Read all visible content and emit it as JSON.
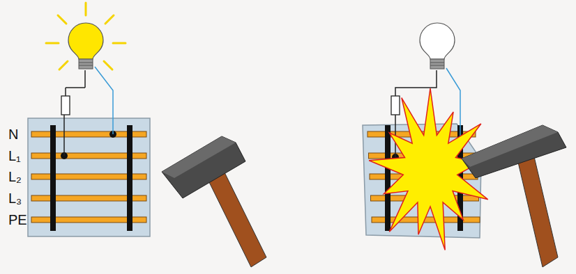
{
  "diagram": {
    "labels": [
      "N",
      "L₁",
      "L₂",
      "L₃",
      "PE"
    ]
  }
}
